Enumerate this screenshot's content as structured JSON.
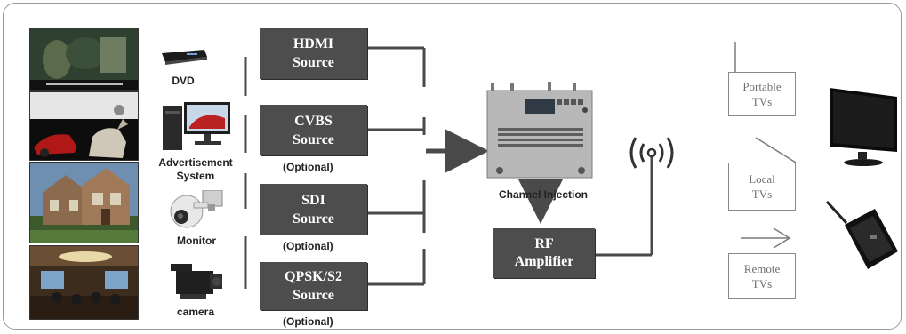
{
  "devices": [
    {
      "label": "DVD",
      "icon": "dvd-player-icon"
    },
    {
      "label": "Advertisement System",
      "line1": "Advertisement",
      "line2": "System",
      "icon": "computer-icon"
    },
    {
      "label": "Monitor",
      "icon": "security-camera-icon"
    },
    {
      "label": "camera",
      "icon": "video-camera-icon"
    }
  ],
  "sources": [
    {
      "line1": "HDMI",
      "line2": "Source",
      "optional": ""
    },
    {
      "line1": "CVBS",
      "line2": "Source",
      "optional": "(Optional)"
    },
    {
      "line1": "SDI",
      "line2": "Source",
      "optional": "(Optional)"
    },
    {
      "line1": "QPSK/S2",
      "line2": "Source",
      "optional": "(Optional)"
    }
  ],
  "channel_injection": {
    "label": "Channel Injection",
    "icon": "channel-injection-device-icon"
  },
  "rf_amplifier": {
    "line1": "RF",
    "line2": "Amplifier"
  },
  "antenna": {
    "icon": "broadcast-antenna-icon"
  },
  "receivers": [
    {
      "line1": "Portable",
      "line2": "TVs"
    },
    {
      "line1": "Local",
      "line2": "TVs"
    },
    {
      "line1": "Remote",
      "line2": "TVs"
    }
  ],
  "tv_images": [
    {
      "icon": "flat-tv-icon"
    },
    {
      "icon": "portable-tv-icon"
    }
  ],
  "photos": [
    {
      "icon": "movie-scene-photo",
      "caption": ""
    },
    {
      "icon": "car-horse-photo"
    },
    {
      "icon": "house-photo"
    },
    {
      "icon": "conference-room-photo"
    }
  ],
  "colors": {
    "box": "#4d4d4d",
    "line": "#4a4a4a",
    "tv_border": "#8a8a8a",
    "tv_text": "#707070"
  }
}
